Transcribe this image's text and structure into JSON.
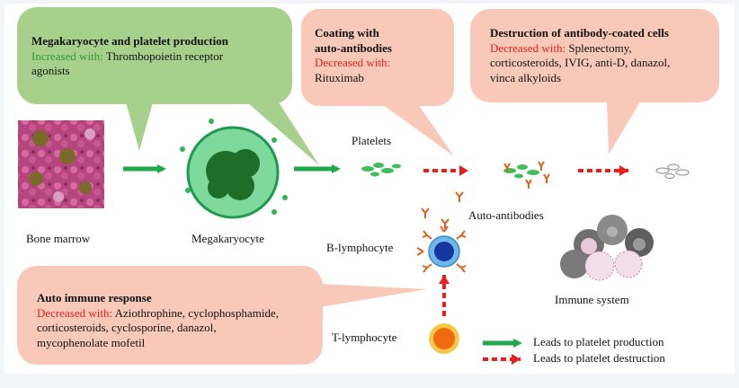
{
  "bubbles": {
    "production": {
      "title": "Megakaryocyte and platelet production",
      "prefix": "Increased with:",
      "text_line1": " Thrombopoietin receptor",
      "text_line2": "agonists"
    },
    "coating": {
      "title_line1": "Coating with",
      "title_line2": "auto-antibodies",
      "prefix": "Decreased with:",
      "text": "Rituximab"
    },
    "destruction": {
      "title": "Destruction of antibody-coated cells",
      "prefix": "Decreased with:",
      "text_line1": " Splenectomy,",
      "text_line2": "corticosteroids, IVIG, anti-D, danazol,",
      "text_line3": "vinca alkyloids"
    },
    "autoimmune": {
      "title": "Auto immune response",
      "prefix": "Decreased with:",
      "text_line1": " Aziothrophine, cyclophosphamide,",
      "text_line2": "corticosteroids, cyclosporine, danazol,",
      "text_line3": "mycophenolate mofetil"
    }
  },
  "labels": {
    "bone_marrow": "Bone marrow",
    "megakaryocyte": "Megakaryocyte",
    "platelets": "Platelets",
    "auto_antibodies": "Auto-antibodies",
    "b_lymphocyte": "B-lymphocyte",
    "t_lymphocyte": "T-lymphocyte",
    "immune_system": "Immune system"
  },
  "legend": {
    "production": "Leads to platelet production",
    "destruction": "Leads to platelet destruction"
  },
  "colors": {
    "green_bubble": "#a8d08d",
    "pink_bubble": "#f8c8b8",
    "green_arrow": "#22a84a",
    "red_arrow": "#e8201c",
    "increased_text": "#2e9a38",
    "decreased_text": "#e8201c"
  }
}
